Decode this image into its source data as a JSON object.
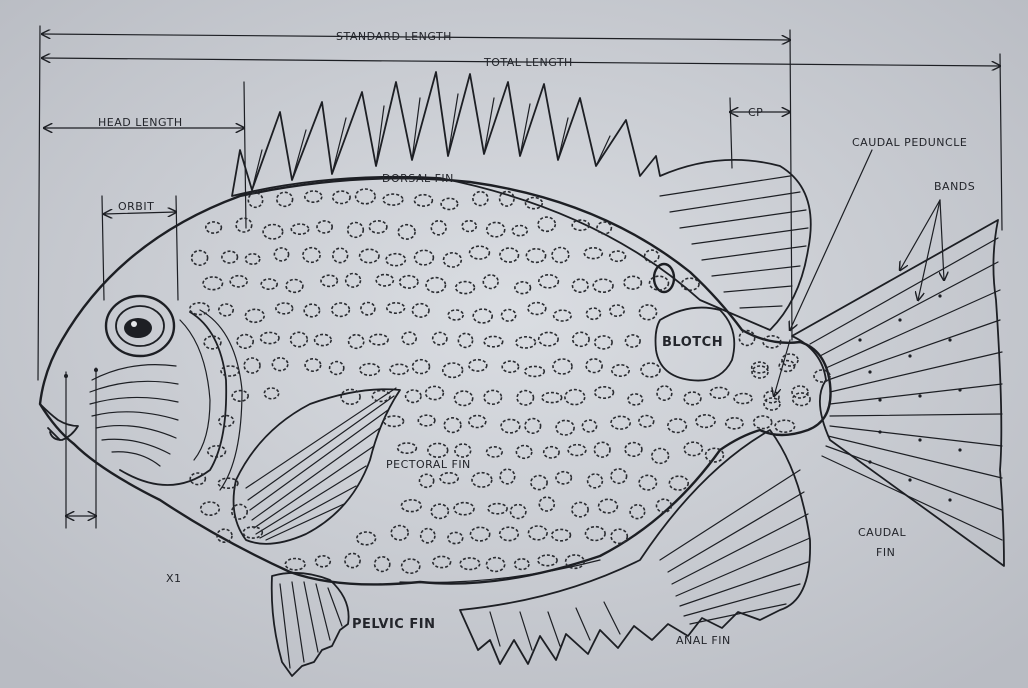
{
  "diagram": {
    "labels": {
      "standard_length": "STANDARD LENGTH",
      "total_length": "TOTAL LENGTH",
      "head_length": "HEAD LENGTH",
      "orbit": "ORBIT",
      "cp": "CP",
      "caudal_peduncle": "CAUDAL PEDUNCLE",
      "bands": "BANDS",
      "dorsal_fin": "DORSAL FIN",
      "blotch": "BLOTCH",
      "pectoral_fin": "PECTORAL FIN",
      "caudal_fin_line1": "CAUDAL",
      "caudal_fin_line2": "FIN",
      "pelvic_fin": "PELVIC FIN",
      "anal_fin": "ANAL FIN",
      "scale": "X1"
    },
    "colors": {
      "paper": "#c9ccd2",
      "ink": "#1d1f24",
      "body_fill": "#e4e6ea"
    }
  }
}
